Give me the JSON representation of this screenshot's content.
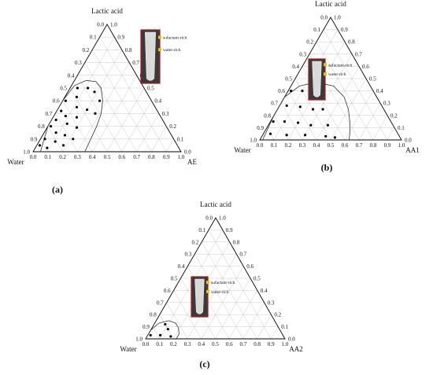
{
  "colors": {
    "axis": "#000000",
    "grid": "#bdbdbd",
    "points": "#000000",
    "binodal": "#333333",
    "photo_frame": "#b01818",
    "marker": "#f2c200"
  },
  "chart_data": [
    {
      "type": "scatter",
      "subtype": "ternary",
      "panel_label": "(a)",
      "axis_labels": {
        "top": "Lactic acid",
        "left": "Water",
        "right": "AE"
      },
      "ticks": [
        "0.0",
        "0.1",
        "0.2",
        "0.3",
        "0.4",
        "0.5",
        "0.6",
        "0.7",
        "0.8",
        "0.9",
        "1.0"
      ],
      "grid": true,
      "inset_labels": [
        "sufactant-rich",
        "water-rich"
      ],
      "points_lactic_AE": [
        [
          0.5,
          0.05
        ],
        [
          0.5,
          0.12
        ],
        [
          0.47,
          0.18
        ],
        [
          0.43,
          0.08
        ],
        [
          0.4,
          0.02
        ],
        [
          0.4,
          0.25
        ],
        [
          0.35,
          0.12
        ],
        [
          0.33,
          0.2
        ],
        [
          0.32,
          0.03
        ],
        [
          0.3,
          0.27
        ],
        [
          0.28,
          0.08
        ],
        [
          0.27,
          0.16
        ],
        [
          0.25,
          0.03
        ],
        [
          0.22,
          0.12
        ],
        [
          0.2,
          0.02
        ],
        [
          0.19,
          0.2
        ],
        [
          0.15,
          0.08
        ],
        [
          0.13,
          0.15
        ],
        [
          0.1,
          0.03
        ],
        [
          0.1,
          0.22
        ],
        [
          0.08,
          0.11
        ],
        [
          0.05,
          0.02
        ],
        [
          0.05,
          0.18
        ],
        [
          0.03,
          0.08
        ]
      ],
      "binodal_lactic_AE": [
        [
          0.0,
          0.05
        ],
        [
          0.2,
          0.0
        ],
        [
          0.4,
          0.0
        ],
        [
          0.52,
          0.02
        ],
        [
          0.56,
          0.08
        ],
        [
          0.55,
          0.15
        ],
        [
          0.5,
          0.21
        ],
        [
          0.4,
          0.27
        ],
        [
          0.3,
          0.31
        ],
        [
          0.2,
          0.33
        ],
        [
          0.1,
          0.34
        ],
        [
          0.0,
          0.35
        ]
      ]
    },
    {
      "type": "scatter",
      "subtype": "ternary",
      "panel_label": "(b)",
      "axis_labels": {
        "top": "Lactic acid",
        "left": "Water",
        "right": "AA1"
      },
      "ticks": [
        "0.0",
        "0.1",
        "0.2",
        "0.3",
        "0.4",
        "0.5",
        "0.6",
        "0.7",
        "0.8",
        "0.9",
        "1.0"
      ],
      "grid": true,
      "inset_labels": [
        "sufactant-rich",
        "water-rich"
      ],
      "points_lactic_AE": [
        [
          0.4,
          0.02
        ],
        [
          0.4,
          0.1
        ],
        [
          0.38,
          0.16
        ],
        [
          0.38,
          0.22
        ],
        [
          0.35,
          0.28
        ],
        [
          0.28,
          0.05
        ],
        [
          0.27,
          0.15
        ],
        [
          0.25,
          0.25
        ],
        [
          0.25,
          0.32
        ],
        [
          0.15,
          0.02
        ],
        [
          0.15,
          0.1
        ],
        [
          0.14,
          0.2
        ],
        [
          0.12,
          0.3
        ],
        [
          0.12,
          0.42
        ],
        [
          0.05,
          0.05
        ],
        [
          0.04,
          0.17
        ],
        [
          0.04,
          0.3
        ],
        [
          0.03,
          0.45
        ],
        [
          0.02,
          0.52
        ]
      ],
      "binodal_lactic_AE": [
        [
          0.0,
          0.02
        ],
        [
          0.2,
          0.0
        ],
        [
          0.35,
          0.0
        ],
        [
          0.44,
          0.06
        ],
        [
          0.47,
          0.16
        ],
        [
          0.44,
          0.3
        ],
        [
          0.35,
          0.42
        ],
        [
          0.25,
          0.5
        ],
        [
          0.15,
          0.56
        ],
        [
          0.05,
          0.61
        ],
        [
          0.0,
          0.63
        ]
      ]
    },
    {
      "type": "scatter",
      "subtype": "ternary",
      "panel_label": "(c)",
      "axis_labels": {
        "top": "Lactic acid",
        "left": "Water",
        "right": "AA2"
      },
      "ticks": [
        "0.0",
        "0.1",
        "0.2",
        "0.3",
        "0.4",
        "0.5",
        "0.6",
        "0.7",
        "0.8",
        "0.9",
        "1.0"
      ],
      "grid": true,
      "inset_labels": [
        "sufactant-rich",
        "water-rich"
      ],
      "points_lactic_AE": [
        [
          0.12,
          0.08
        ],
        [
          0.08,
          0.12
        ],
        [
          0.03,
          0.02
        ],
        [
          0.03,
          0.09
        ],
        [
          0.02,
          0.17
        ]
      ],
      "binodal_lactic_AE": [
        [
          0.0,
          0.0
        ],
        [
          0.07,
          0.0
        ],
        [
          0.13,
          0.03
        ],
        [
          0.15,
          0.09
        ],
        [
          0.13,
          0.15
        ],
        [
          0.09,
          0.19
        ],
        [
          0.04,
          0.22
        ],
        [
          0.0,
          0.22
        ]
      ]
    }
  ]
}
